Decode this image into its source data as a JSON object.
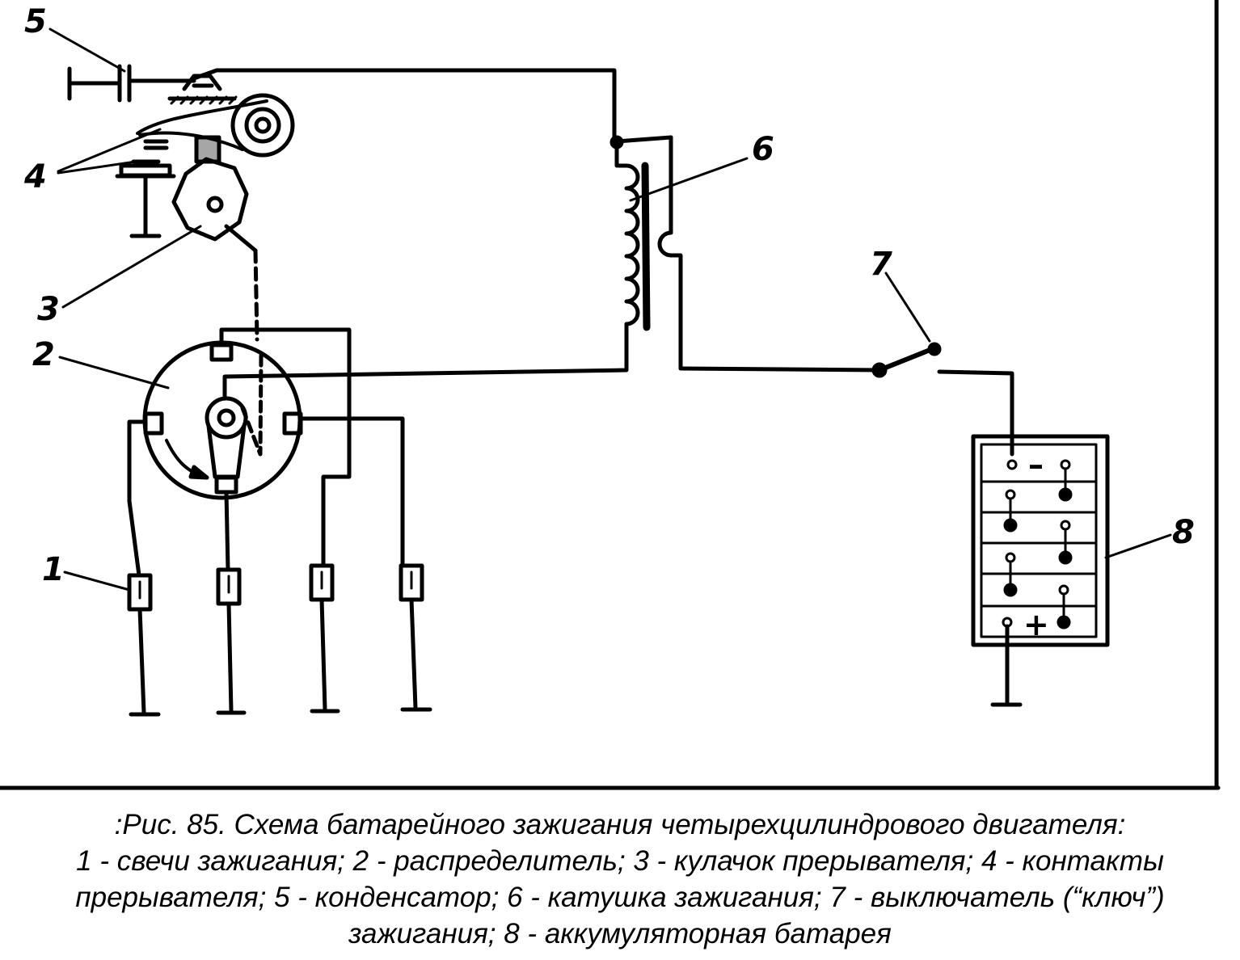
{
  "labels": {
    "n1": "1",
    "n2": "2",
    "n3": "3",
    "n4": "4",
    "n5": "5",
    "n6": "6",
    "n7": "7",
    "n8": "8"
  },
  "battery_signs": {
    "minus": "–",
    "plus": "+"
  },
  "caption": {
    "line1": ":Рис. 85. Схема батарейного зажигания четырехцилиндрового двигателя:",
    "line2": "1 - свечи зажигания; 2 - распределитель; 3 - кулачок прерывателя; 4 - контакты",
    "line3": "прерывателя; 5 - конденсатор; 6 - катушка зажигания; 7 - выключатель (“ключ”)",
    "line4": "зажигания; 8 - аккумуляторная батарея"
  }
}
